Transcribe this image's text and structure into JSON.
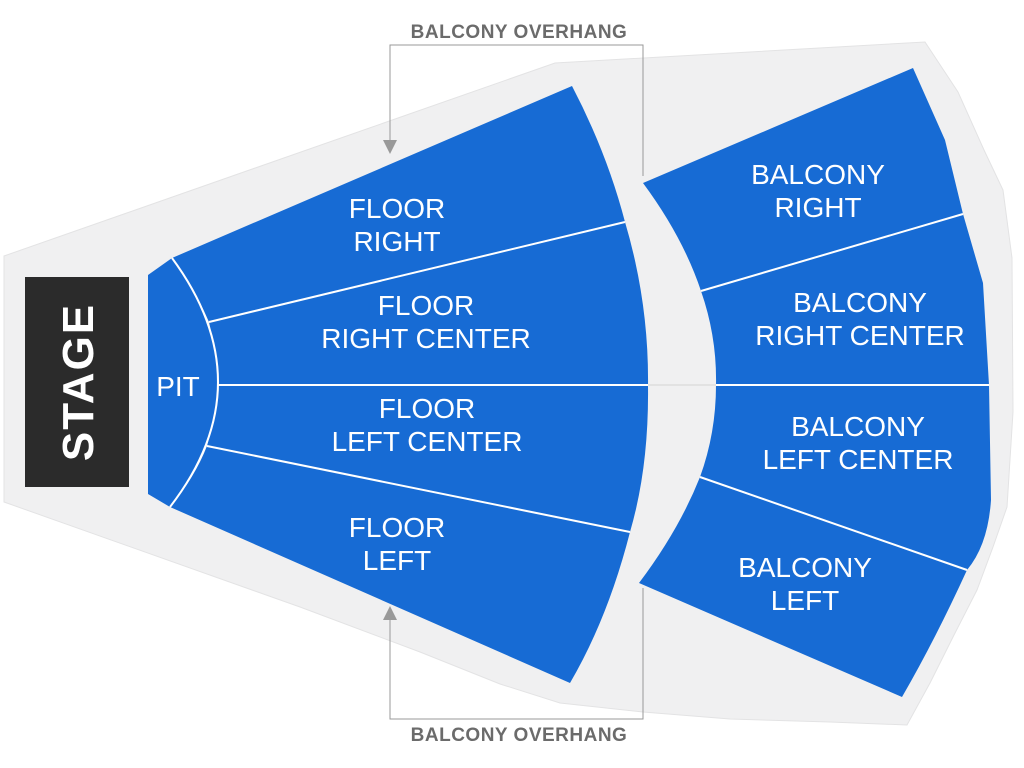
{
  "colors": {
    "page_bg": "#FFFFFF",
    "section_blue": "#176BD4",
    "venue_gray": "#F0F0F1",
    "venue_border": "#E3E3E4",
    "stage_bg": "#2B2B2B",
    "section_label": "#FFFFFF",
    "divider": "#FFFFFF",
    "gap_divider": "#DDDDDE",
    "overhang_text": "#6B6B6B",
    "callout_line": "#999999"
  },
  "stage": {
    "label": "STAGE"
  },
  "pit": {
    "label": "PIT"
  },
  "floor": {
    "sections": [
      {
        "id": "floor-right",
        "line1": "FLOOR",
        "line2": "RIGHT"
      },
      {
        "id": "floor-right-center",
        "line1": "FLOOR",
        "line2": "RIGHT CENTER"
      },
      {
        "id": "floor-left-center",
        "line1": "FLOOR",
        "line2": "LEFT CENTER"
      },
      {
        "id": "floor-left",
        "line1": "FLOOR",
        "line2": "LEFT"
      }
    ]
  },
  "balcony": {
    "sections": [
      {
        "id": "balcony-right",
        "line1": "BALCONY",
        "line2": "RIGHT"
      },
      {
        "id": "balcony-right-center",
        "line1": "BALCONY",
        "line2": "RIGHT CENTER"
      },
      {
        "id": "balcony-left-center",
        "line1": "BALCONY",
        "line2": "LEFT CENTER"
      },
      {
        "id": "balcony-left",
        "line1": "BALCONY",
        "line2": "LEFT"
      }
    ]
  },
  "overhang": {
    "top": {
      "label": "BALCONY OVERHANG"
    },
    "bottom": {
      "label": "BALCONY OVERHANG"
    }
  }
}
